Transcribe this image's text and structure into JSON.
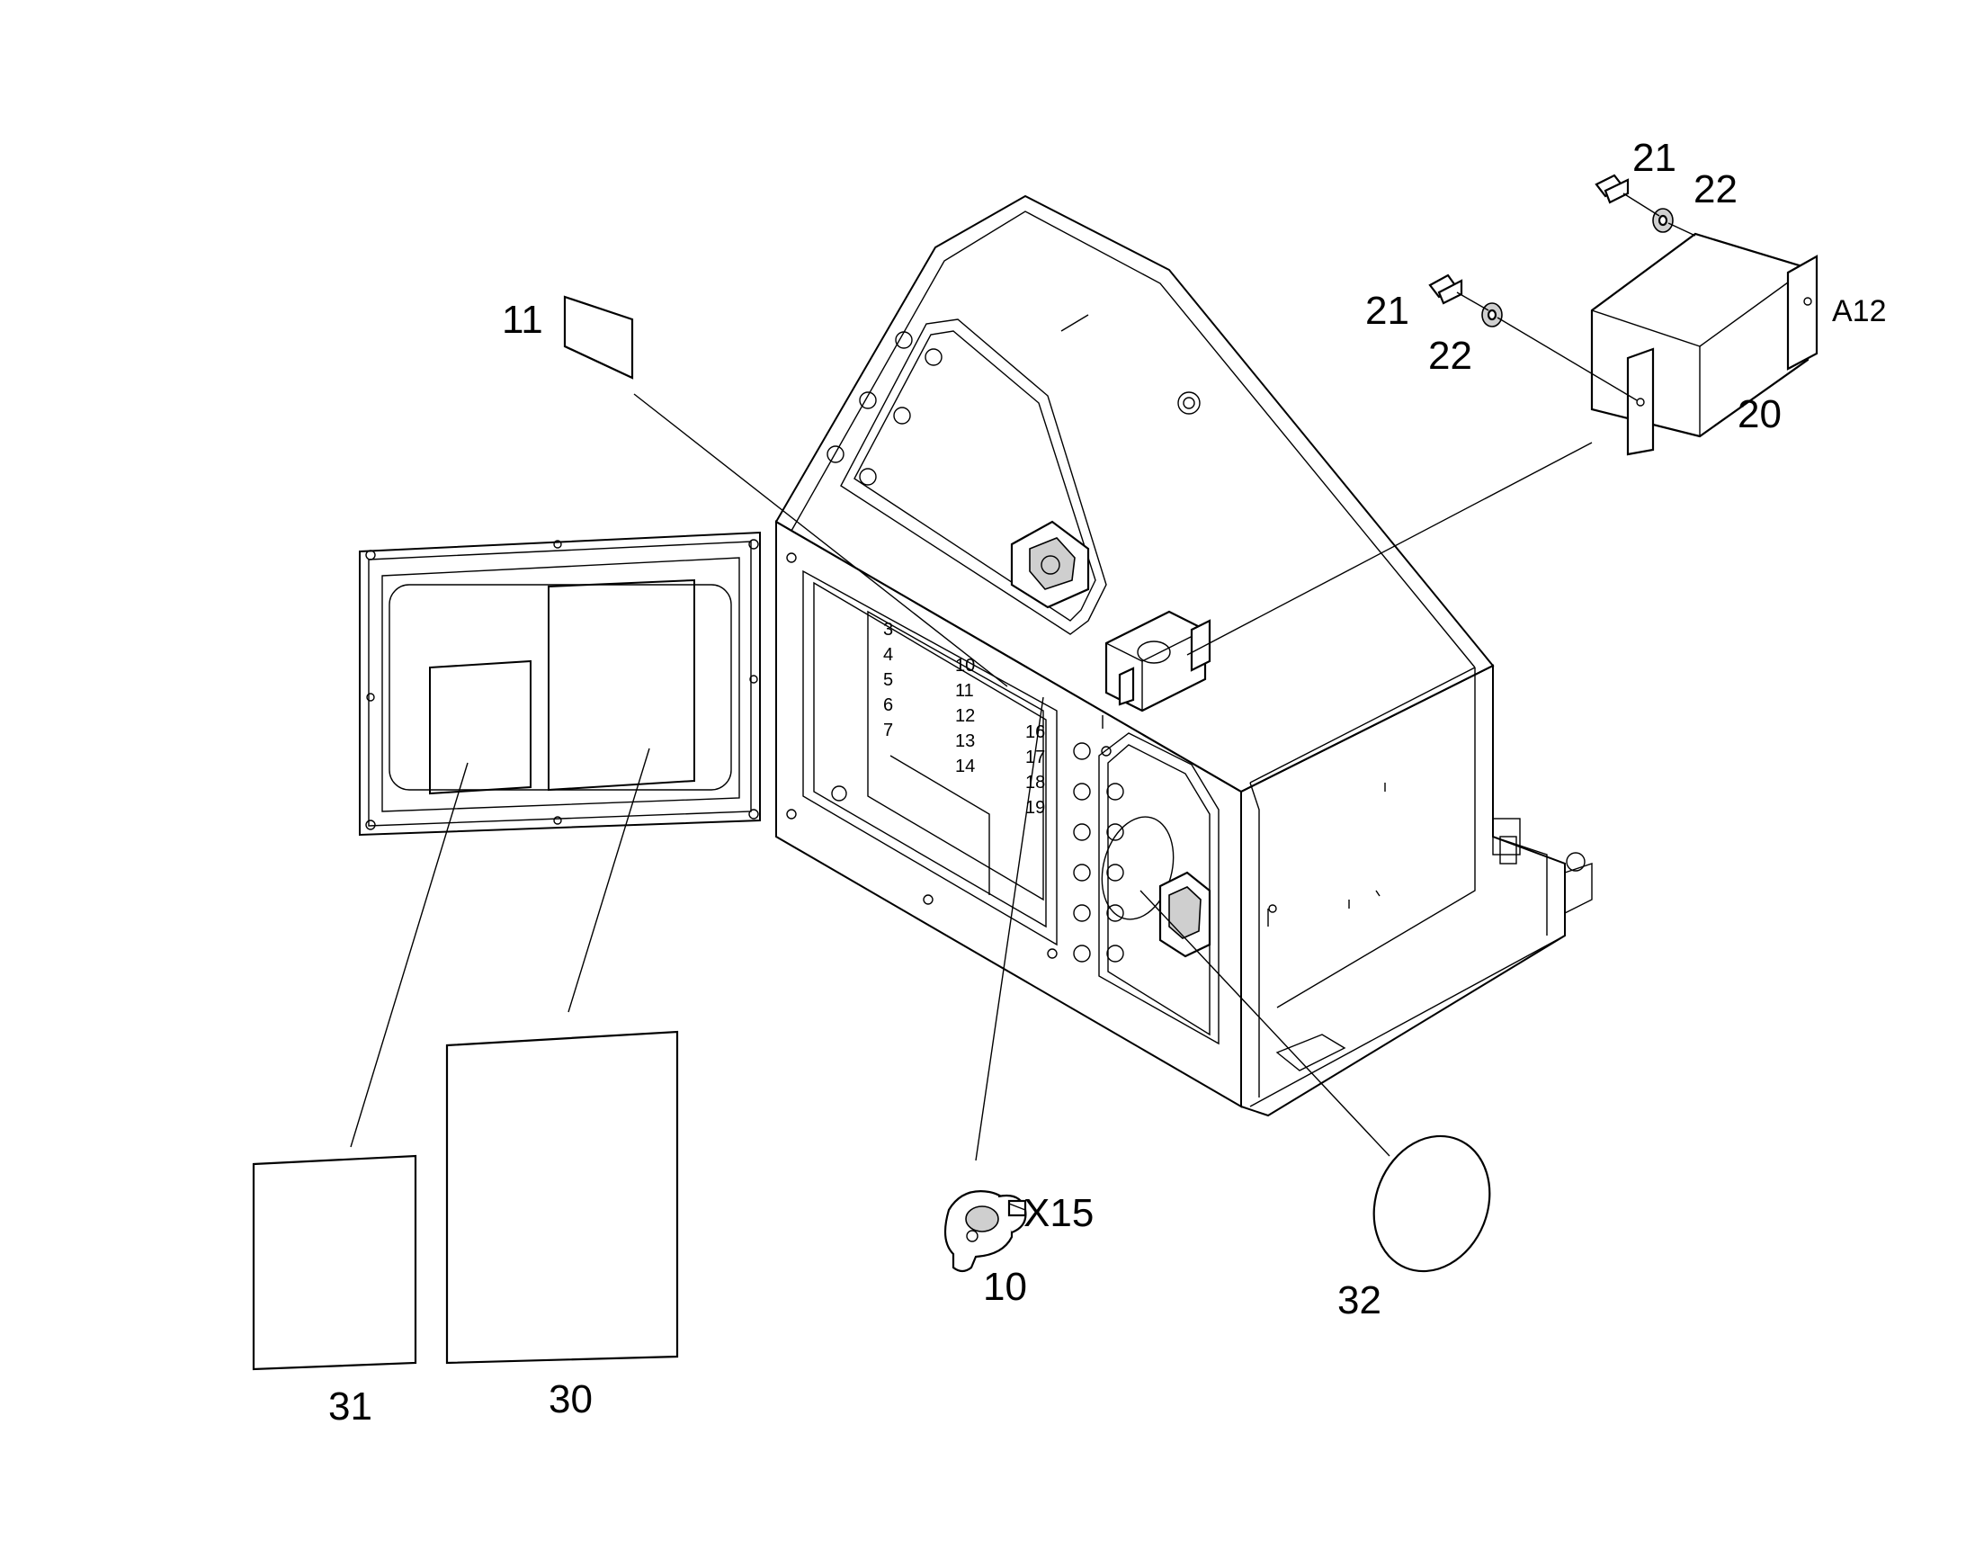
{
  "callouts": {
    "c10": "10",
    "c11": "11",
    "c20": "20",
    "c21a": "21",
    "c21b": "21",
    "c22a": "22",
    "c22b": "22",
    "c30": "30",
    "c31": "31",
    "c32": "32",
    "x15": "X15",
    "a12": "A12"
  },
  "panel_numbers": [
    "3",
    "4",
    "5",
    "6",
    "7",
    "10",
    "11",
    "12",
    "13",
    "14",
    "16",
    "17",
    "18",
    "19"
  ]
}
